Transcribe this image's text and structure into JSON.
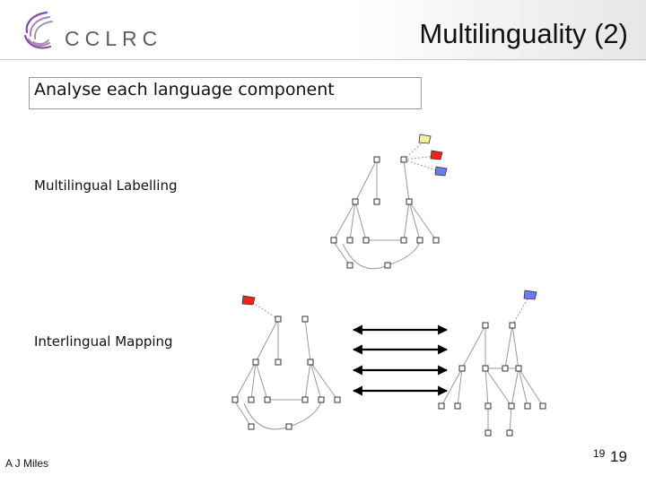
{
  "header": {
    "logo_text": "CCLRC",
    "title": "Multilinguality (2)"
  },
  "subtitle": "Analyse each language component",
  "sections": {
    "labelling": "Multilingual Labelling",
    "mapping": "Interlingual Mapping"
  },
  "footer": {
    "author": "A J Miles",
    "page_small": "19",
    "page_large": "19"
  },
  "colors": {
    "flag_yellow": "#f4f0a0",
    "flag_red": "#e8281c",
    "flag_blue": "#6a7bf0",
    "node_fill": "#ffffff",
    "edge_color": "#9a9a9a",
    "arrow_color": "#000000",
    "logo_purple": "#8a4aa8",
    "logo_text_gray": "#5b5f62"
  }
}
